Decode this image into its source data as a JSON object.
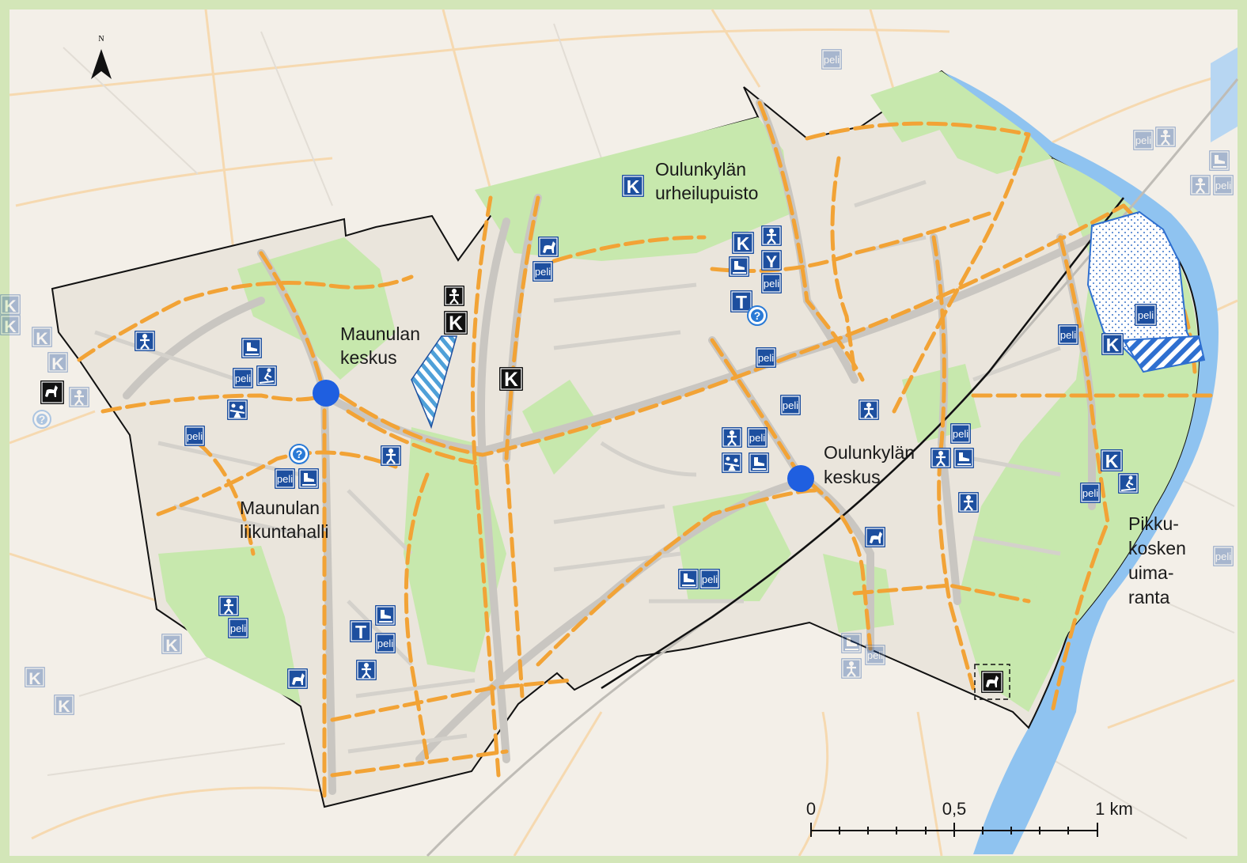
{
  "map": {
    "north_label": "N",
    "labels": {
      "urheilupuisto_1": "Oulunkylän",
      "urheilupuisto_2": "urheilupuisto",
      "maunula_keskus_1": "Maunulan",
      "maunula_keskus_2": "keskus",
      "liikuntahalli_1": "Maunulan",
      "liikuntahalli_2": "liikuntahalli",
      "oulunkyla_keskus_1": "Oulunkylän",
      "oulunkyla_keskus_2": "keskus",
      "uimaranta_1": "Pikku-",
      "uimaranta_2": "kosken",
      "uimaranta_3": "uima-",
      "uimaranta_4": "ranta"
    },
    "scale": {
      "t0": "0",
      "t1": "0,5",
      "t2": "1 km"
    },
    "icon_text": {
      "peli": "peli",
      "K": "K",
      "T": "T",
      "Y": "Y",
      "info": "?"
    },
    "colors": {
      "background": "#f3efe8",
      "frame": "#d3e6b8",
      "green": "#c7e8ad",
      "route": "#f2a336",
      "icon_blue": "#1d4f9f",
      "icon_black": "#111111",
      "center_dot": "#1f5fe0",
      "water": "#8fc3f0"
    }
  }
}
